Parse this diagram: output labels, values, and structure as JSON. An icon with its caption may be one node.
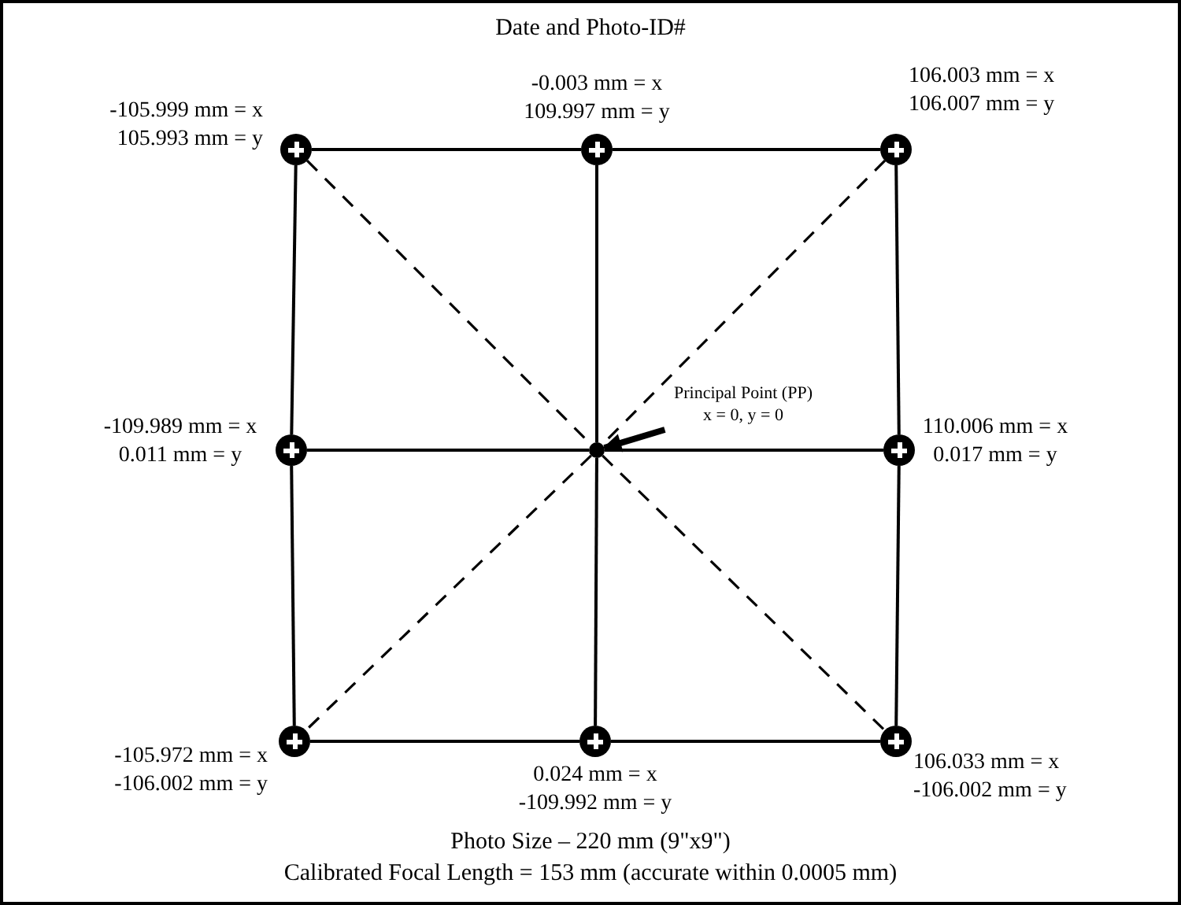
{
  "diagram": {
    "title": "Date and Photo-ID#",
    "nodes": [
      {
        "text": [],
        "shape": "circle",
        "beside": [
          "-105.999 mm = x",
          "105.993 mm = y"
        ]
      },
      {
        "text": [],
        "shape": "circle",
        "beside": [
          "-0.003 mm = x",
          "109.997 mm = y"
        ]
      },
      {
        "text": [],
        "shape": "circle",
        "beside": [
          "106.003 mm = x",
          "106.007 mm = y"
        ]
      },
      {
        "text": [],
        "shape": "circle",
        "beside": [
          "-109.989 mm = x",
          "0.011 mm = y"
        ]
      },
      {
        "text": [],
        "shape": "circle"
      },
      {
        "text": [
          "Principal Point (PP)",
          "x = 0, y = 0"
        ]
      },
      {
        "text": [],
        "shape": "circle",
        "beside": [
          "110.006 mm = x",
          "0.017 mm = y"
        ]
      },
      {
        "text": [],
        "shape": "circle",
        "beside": [
          "-105.972 mm = x",
          "-106.002 mm = y"
        ]
      },
      {
        "text": [],
        "shape": "circle",
        "beside": [
          "0.024 mm = x",
          "-109.992 mm = y"
        ]
      },
      {
        "text": [],
        "shape": "circle",
        "beside": [
          "106.033 mm = x",
          "-106.002 mm = y"
        ]
      }
    ],
    "edges": [
      {
        "from": 0,
        "to": 1,
        "arrow": "none"
      },
      {
        "from": 1,
        "to": 2,
        "arrow": "none"
      },
      {
        "from": 2,
        "to": 6,
        "arrow": "none"
      },
      {
        "from": 6,
        "to": 9,
        "arrow": "none"
      },
      {
        "from": 9,
        "to": 8,
        "arrow": "none"
      },
      {
        "from": 8,
        "to": 7,
        "arrow": "none"
      },
      {
        "from": 7,
        "to": 3,
        "arrow": "none"
      },
      {
        "from": 3,
        "to": 0,
        "arrow": "none"
      },
      {
        "from": 1,
        "to": 4,
        "arrow": "none"
      },
      {
        "from": 4,
        "to": 8,
        "arrow": "none"
      },
      {
        "from": 3,
        "to": 4,
        "arrow": "none"
      },
      {
        "from": 4,
        "to": 6,
        "arrow": "none"
      },
      {
        "from": 0,
        "to": 4,
        "arrow": "none",
        "style": "dashed"
      },
      {
        "from": 4,
        "to": 9,
        "arrow": "none",
        "style": "dashed"
      },
      {
        "from": 2,
        "to": 4,
        "arrow": "none",
        "style": "dashed"
      },
      {
        "from": 4,
        "to": 7,
        "arrow": "none",
        "style": "dashed"
      },
      {
        "from": 5,
        "to": 4,
        "arrow": "to",
        "style": "thick"
      }
    ],
    "labels": [
      "Photo Size – 220 mm (9\"x9\")",
      "Calibrated Focal Length = 153 mm (accurate within 0.0005 mm)"
    ]
  }
}
